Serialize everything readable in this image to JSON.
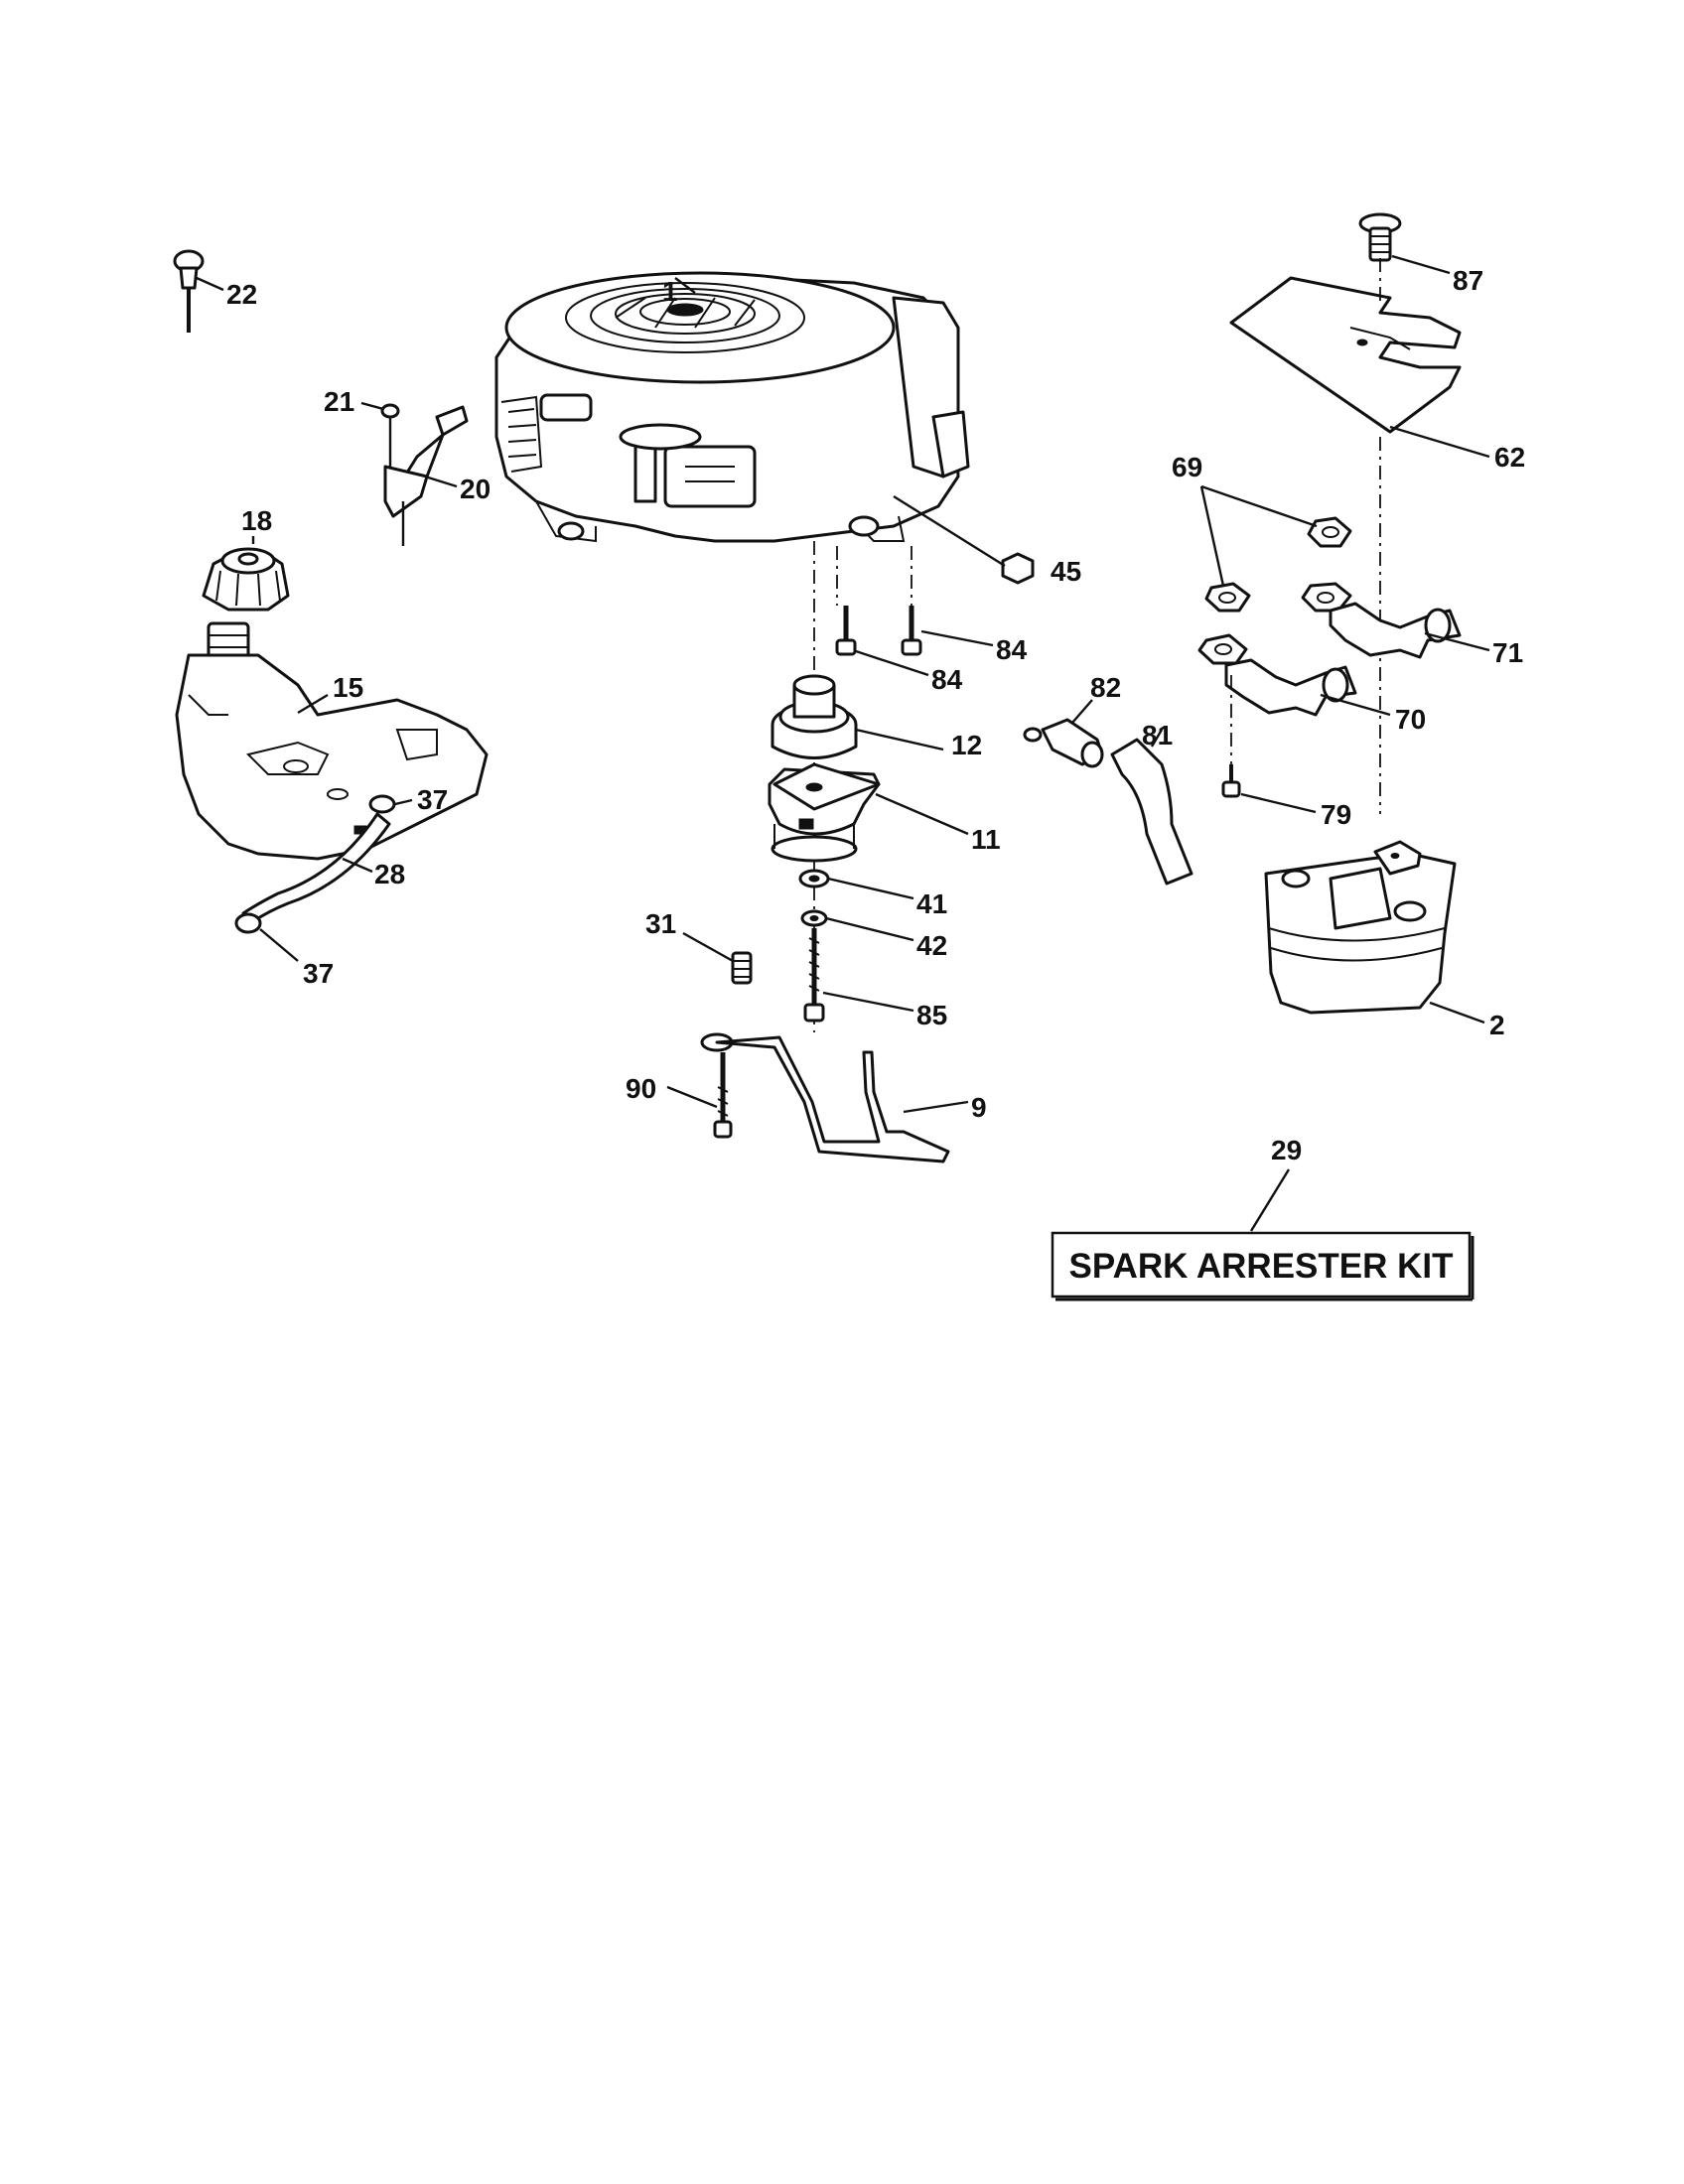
{
  "callouts": {
    "c1": "1",
    "c2": "2",
    "c9": "9",
    "c11": "11",
    "c12": "12",
    "c15": "15",
    "c18": "18",
    "c20": "20",
    "c21": "21",
    "c22": "22",
    "c28": "28",
    "c29": "29",
    "c31": "31",
    "c37a": "37",
    "c37b": "37",
    "c41": "41",
    "c42": "42",
    "c45": "45",
    "c62": "62",
    "c69": "69",
    "c70": "70",
    "c71": "71",
    "c79": "79",
    "c81": "81",
    "c82": "82",
    "c84a": "84",
    "c84b": "84",
    "c85": "85",
    "c87": "87",
    "c90": "90"
  },
  "kit": {
    "label": "SPARK ARRESTER KIT"
  }
}
